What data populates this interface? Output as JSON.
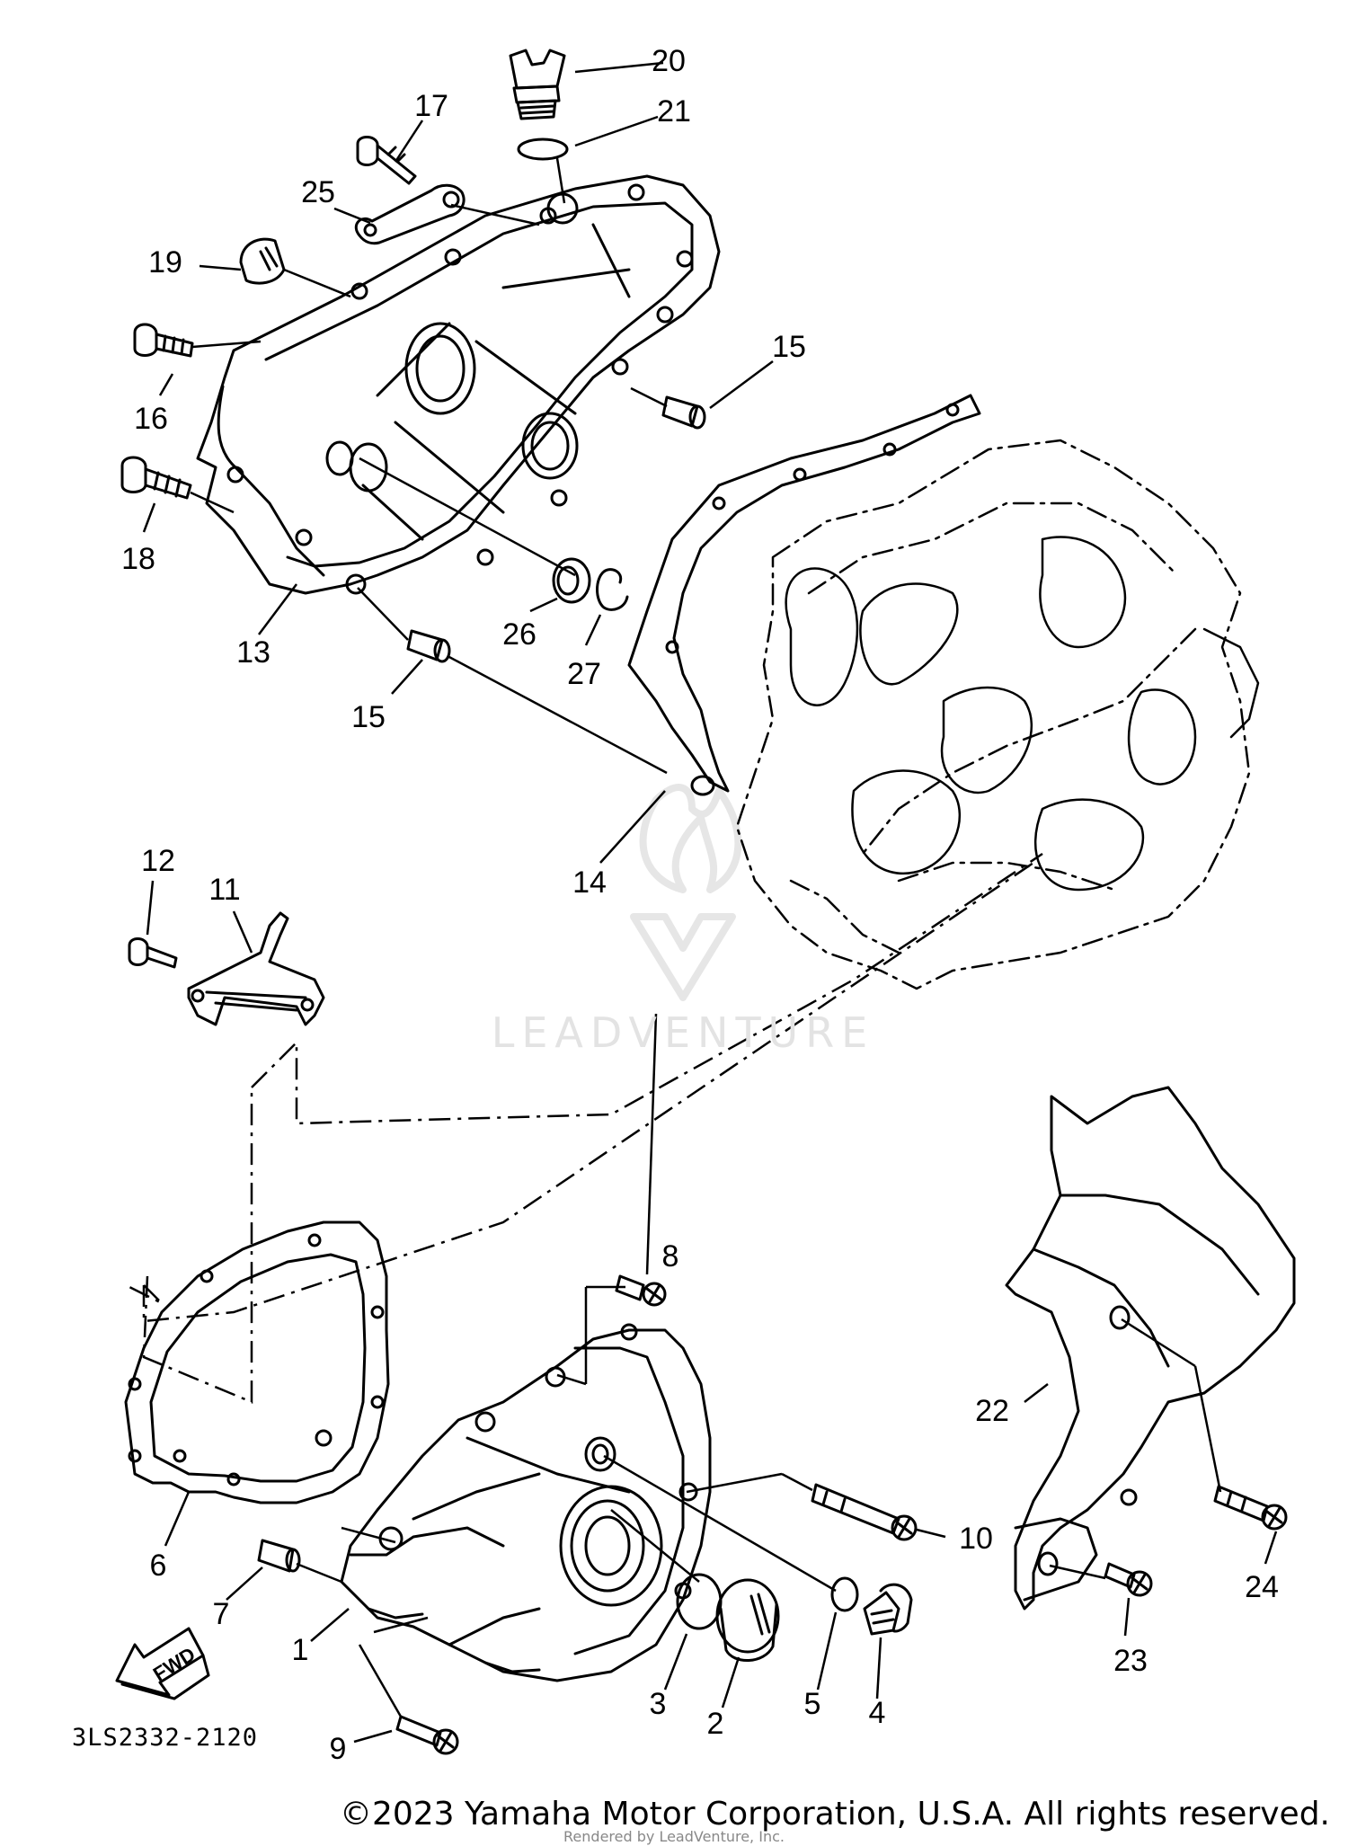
{
  "diagram": {
    "code": "3LS2332-2120",
    "direction_label": "FWD",
    "watermark": "LEADVENTURE",
    "copyright": "©2023 Yamaha Motor Corporation, U.S.A. All rights reserved.",
    "rendered_by": "Rendered by LeadVenture, Inc.",
    "callouts": [
      {
        "id": "1",
        "label": "1"
      },
      {
        "id": "2",
        "label": "2"
      },
      {
        "id": "3",
        "label": "3"
      },
      {
        "id": "4",
        "label": "4"
      },
      {
        "id": "5",
        "label": "5"
      },
      {
        "id": "6",
        "label": "6"
      },
      {
        "id": "7",
        "label": "7"
      },
      {
        "id": "8",
        "label": "8"
      },
      {
        "id": "9",
        "label": "9"
      },
      {
        "id": "10",
        "label": "10"
      },
      {
        "id": "11",
        "label": "11"
      },
      {
        "id": "12",
        "label": "12"
      },
      {
        "id": "13",
        "label": "13"
      },
      {
        "id": "14",
        "label": "14"
      },
      {
        "id": "15a",
        "label": "15"
      },
      {
        "id": "15b",
        "label": "15"
      },
      {
        "id": "16",
        "label": "16"
      },
      {
        "id": "17",
        "label": "17"
      },
      {
        "id": "18",
        "label": "18"
      },
      {
        "id": "19",
        "label": "19"
      },
      {
        "id": "20",
        "label": "20"
      },
      {
        "id": "21",
        "label": "21"
      },
      {
        "id": "22",
        "label": "22"
      },
      {
        "id": "23",
        "label": "23"
      },
      {
        "id": "24",
        "label": "24"
      },
      {
        "id": "25",
        "label": "25"
      },
      {
        "id": "26",
        "label": "26"
      },
      {
        "id": "27",
        "label": "27"
      }
    ]
  }
}
